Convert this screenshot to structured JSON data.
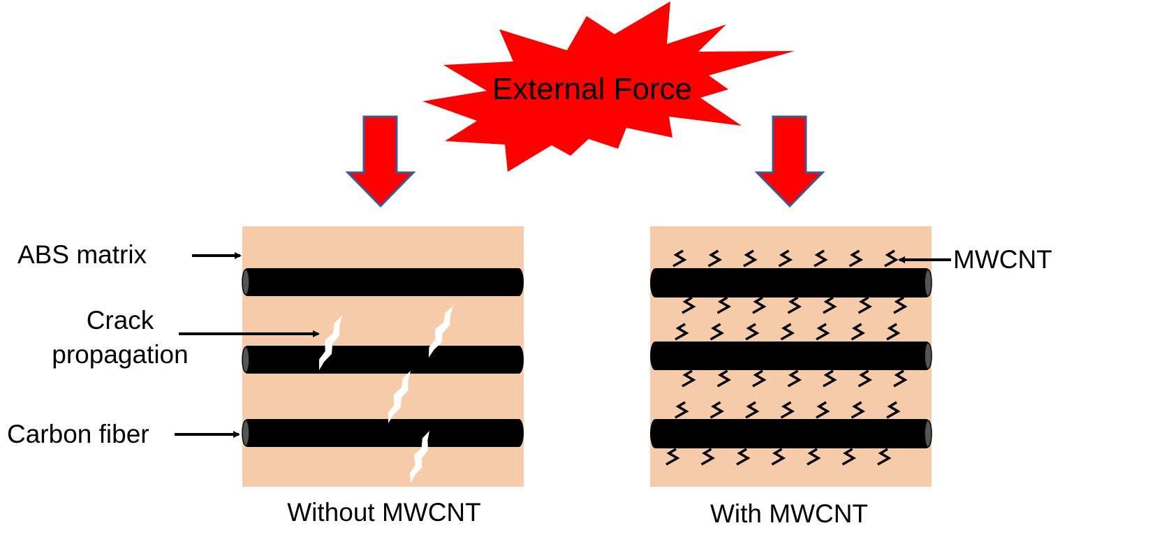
{
  "title": "External Force",
  "labels": {
    "abs_matrix": "ABS matrix",
    "crack_line1": "Crack",
    "crack_line2": "propagation",
    "carbon_fiber": "Carbon fiber",
    "mwcnt": "MWCNT"
  },
  "panels": {
    "left_caption": "Without MWCNT",
    "right_caption": "With MWCNT"
  },
  "colors": {
    "matrix": "#F6CBAA",
    "fiber": "#000000",
    "force": "#FF0000",
    "arrow_outline": "#3A5A9A",
    "crack": "#FFFFFF"
  }
}
